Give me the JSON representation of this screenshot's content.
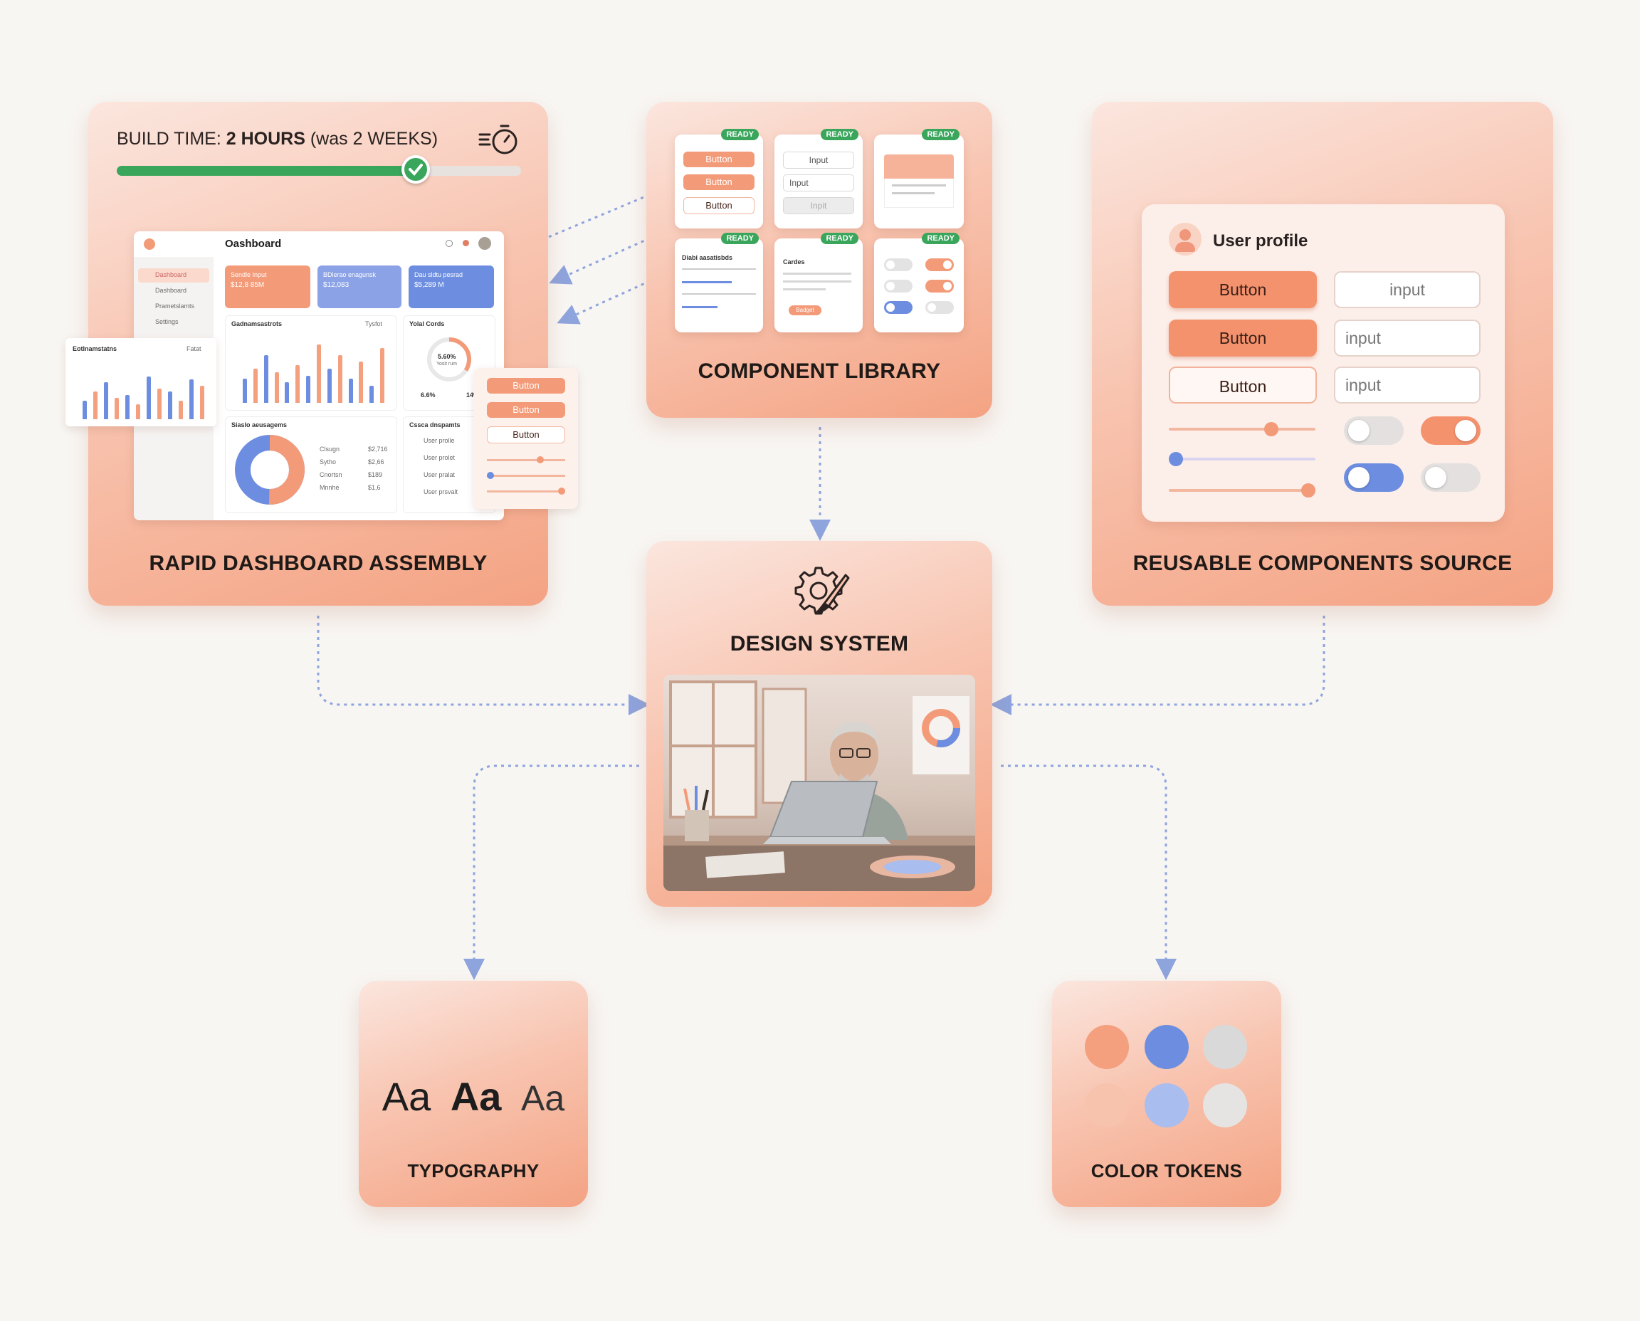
{
  "build_time": {
    "prefix": "BUILD TIME: ",
    "highlight": "2 HOURS",
    "suffix": " (was 2 WEEKS)",
    "progress": 0.74,
    "icon": "stopwatch-icon"
  },
  "panels": {
    "dashboard": "RAPID DASHBOARD ASSEMBLY",
    "library": "COMPONENT LIBRARY",
    "reusable": "REUSABLE COMPONENTS SOURCE",
    "design_system": "DESIGN SYSTEM",
    "typography": "TYPOGRAPHY",
    "color_tokens": "COLOR TOKENS"
  },
  "dashboard_mock": {
    "title": "Oashboard",
    "sidebar": [
      "Dashboard",
      "Dashboard",
      "Prametslamts",
      "Settings"
    ],
    "kpis": [
      {
        "label": "Sendle Input",
        "value": "$12,8 85M"
      },
      {
        "label": "BDlerao enagunsk",
        "value": "$12,083"
      },
      {
        "label": "Dau sldtu pesrad",
        "value": "$5,289 M"
      }
    ],
    "chart_title": "Gadnamsastrots",
    "chart_filter": "Tysfot",
    "gauge_title": "Yolal Cords",
    "gauge_value": "5.60%",
    "gauge_sub": "Yosit rum",
    "gauge_stats": [
      "6.6%",
      "14%"
    ],
    "donut_title": "Siaslo aeusagems",
    "donut_legend": [
      {
        "label": "Clsugn",
        "value": "$2,716"
      },
      {
        "label": "Sytho",
        "value": "$2,66"
      },
      {
        "label": "Cnortsn",
        "value": "$189"
      },
      {
        "label": "Mnnhe",
        "value": "$1,6"
      }
    ],
    "users_title": "Cssca dnspamts",
    "users": [
      "User prolle",
      "User prolet",
      "User pralat",
      "User prsvalt"
    ],
    "float_chart_title": "Eotlnamstatns",
    "float_chart_filter": "Fatat",
    "float_buttons": [
      "Button",
      "Button",
      "Button"
    ]
  },
  "library": {
    "ready": "READY",
    "buttons": [
      "Button",
      "Button",
      "Button"
    ],
    "inputs": [
      "Input",
      "Input",
      "Inpit"
    ],
    "table_title": "Diabi aasatisbds",
    "cards_title": "Cardes",
    "cards_button": "Badget"
  },
  "profile": {
    "title": "User profile",
    "buttons": [
      "Button",
      "Button",
      "Button"
    ],
    "inputs": [
      "input",
      "input",
      "input"
    ],
    "sliders": [
      0.7,
      0.05,
      0.95
    ]
  },
  "typography": {
    "samples": [
      "Aa",
      "Aa",
      "Aa"
    ]
  },
  "colors": {
    "accent": "#f4a07f",
    "blue": "#6d8ee0",
    "gray": "#d9d9d9",
    "light_accent": "#f7c3ad",
    "light_blue": "#a9bdee",
    "light_gray": "#e6e4e2",
    "green": "#3aa65c"
  }
}
